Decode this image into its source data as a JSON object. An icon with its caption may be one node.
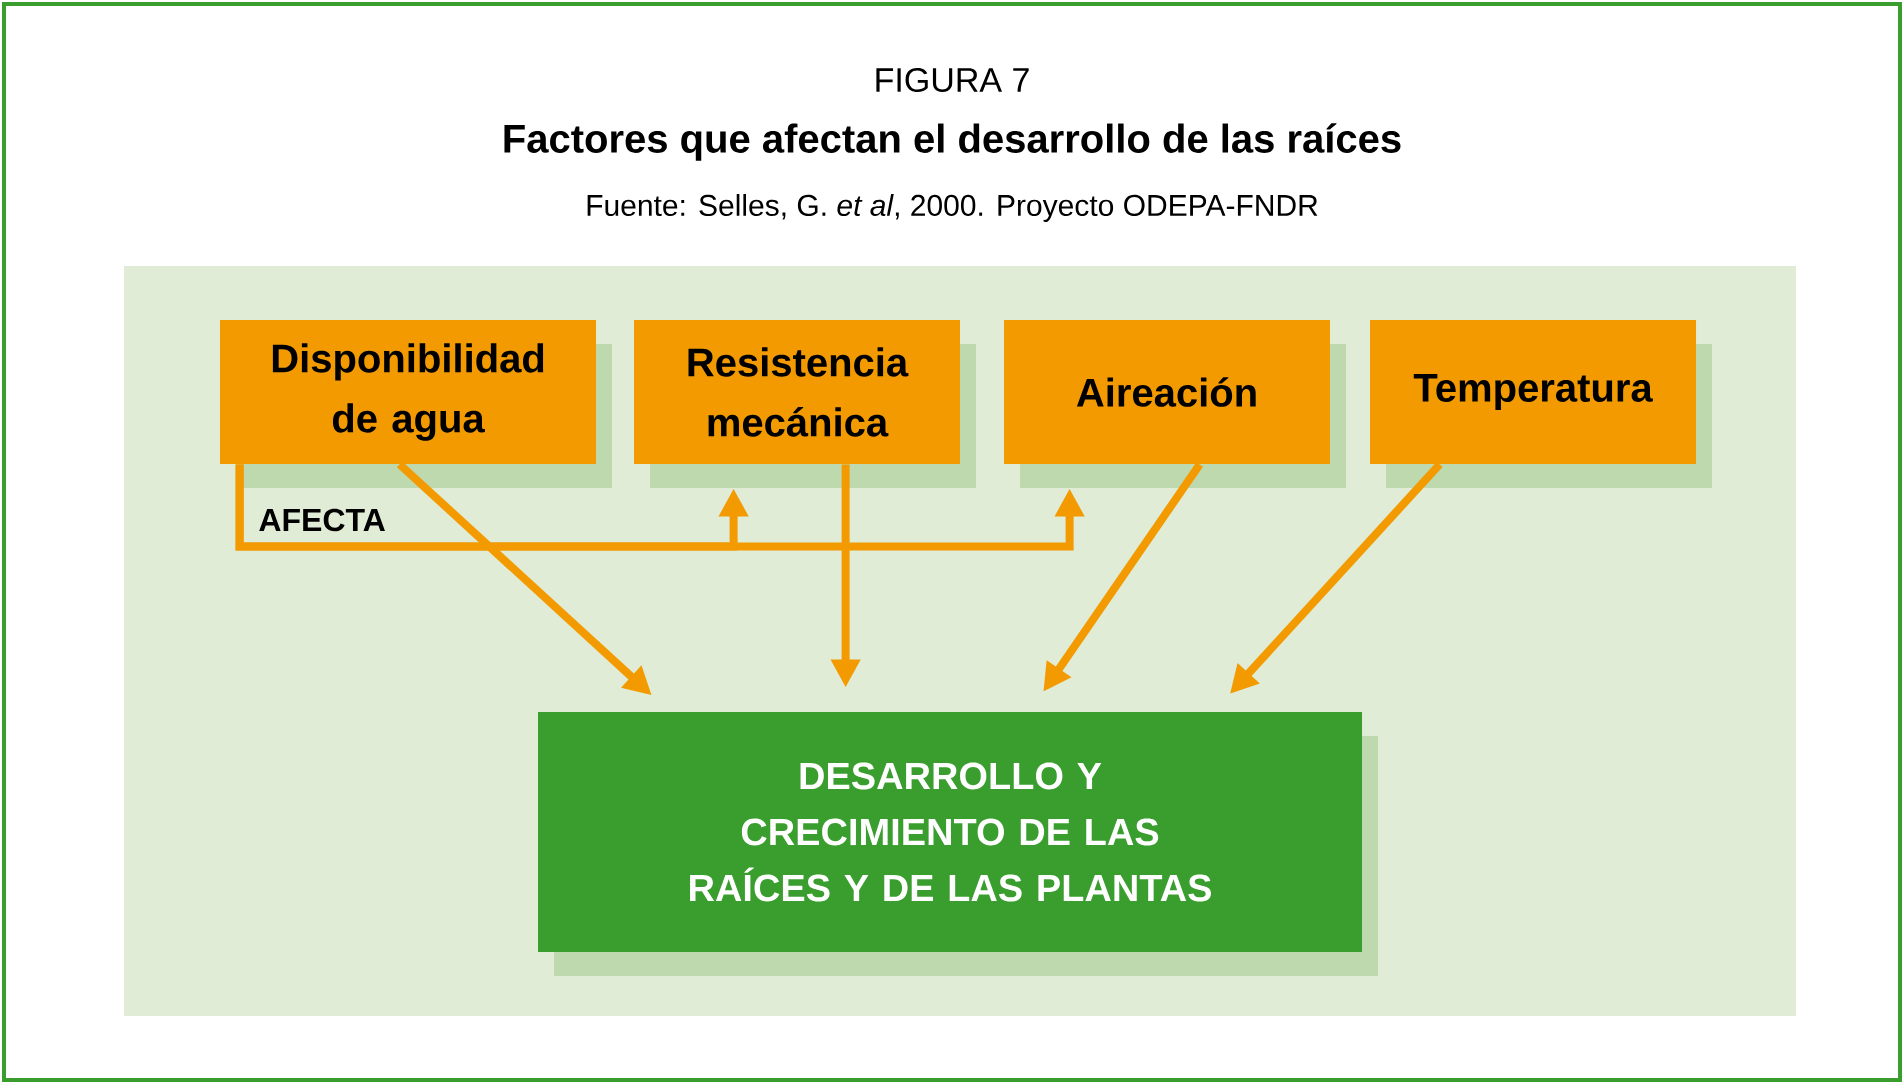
{
  "diagram": {
    "title": "Factores que afectan el desarrollo de las raíces",
    "nodes": [
      {
        "text": [
          "Disponibilidad de agua"
        ]
      },
      {
        "text": [
          "Resistencia mecánica"
        ]
      },
      {
        "text": [
          "Aireación"
        ]
      },
      {
        "text": [
          "Temperatura"
        ]
      },
      {
        "text": [
          "DESARROLLO Y CRECIMIENTO DE LAS RAÍCES Y DE LAS PLANTAS"
        ]
      }
    ],
    "edges": [
      {
        "from": 0,
        "to": 1,
        "arrow": "to",
        "label": "AFECTA"
      },
      {
        "from": 0,
        "to": 2,
        "arrow": "to"
      },
      {
        "from": 0,
        "to": 4,
        "arrow": "to"
      },
      {
        "from": 1,
        "to": 4,
        "arrow": "to"
      },
      {
        "from": 2,
        "to": 4,
        "arrow": "to"
      },
      {
        "from": 3,
        "to": 4,
        "arrow": "to"
      }
    ],
    "labels": [
      "FIGURA 7",
      "Fuente: Selles, G. *et al*, 2000. Proyecto ODEPA-FNDR"
    ]
  }
}
